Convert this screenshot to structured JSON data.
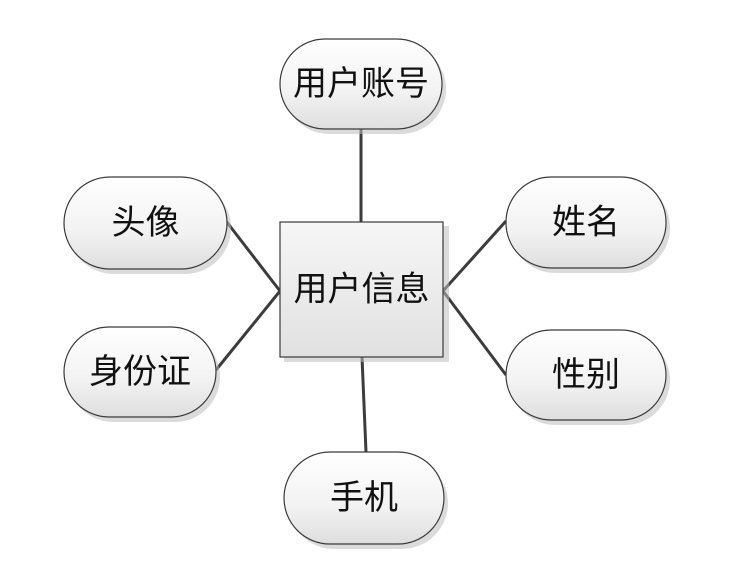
{
  "diagram": {
    "center": {
      "label": "用户信息"
    },
    "attributes": {
      "top": "用户账号",
      "left_upper": "头像",
      "left_lower": "身份证",
      "right_upper": "姓名",
      "right_lower": "性别",
      "bottom": "手机"
    }
  },
  "colors": {
    "entity_fill_top": "#f6f6f6",
    "entity_fill_bottom": "#e3e3e3",
    "attribute_fill_top": "#ffffff",
    "attribute_fill_bottom": "#e2e2e2",
    "stroke": "#3a3a3a"
  }
}
